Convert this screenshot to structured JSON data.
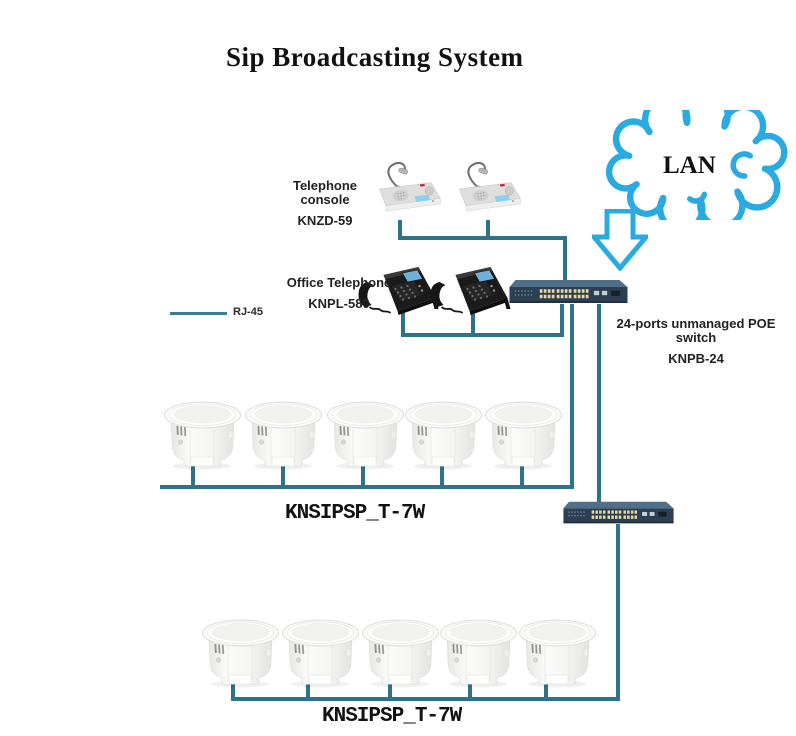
{
  "title": "Sip Broadcasting System",
  "cloud": {
    "label": "LAN"
  },
  "legend": {
    "label": "RJ-45"
  },
  "console_group": {
    "name": "Telephone console",
    "model": "KNZD-59"
  },
  "phone_group": {
    "name": "Office Telephone",
    "model": "KNPL-580"
  },
  "switch_group": {
    "name": "24-ports unmanaged POE switch",
    "model": "KNPB-24"
  },
  "speaker_rows": {
    "top_label": "KNSIPSP_T-7W",
    "bottom_label": "KNSIPSP_T-7W"
  },
  "icons": {
    "cloud": "lan-cloud-icon",
    "arrow": "down-arrow-icon",
    "console": "paging-console-icon",
    "phone": "ip-phone-icon",
    "switch": "poe-switch-icon",
    "speaker": "ceiling-speaker-icon"
  },
  "colors": {
    "cable": "#2e7389",
    "cloud_outline": "#29abe2",
    "port_yellow": "#ead9a2"
  }
}
